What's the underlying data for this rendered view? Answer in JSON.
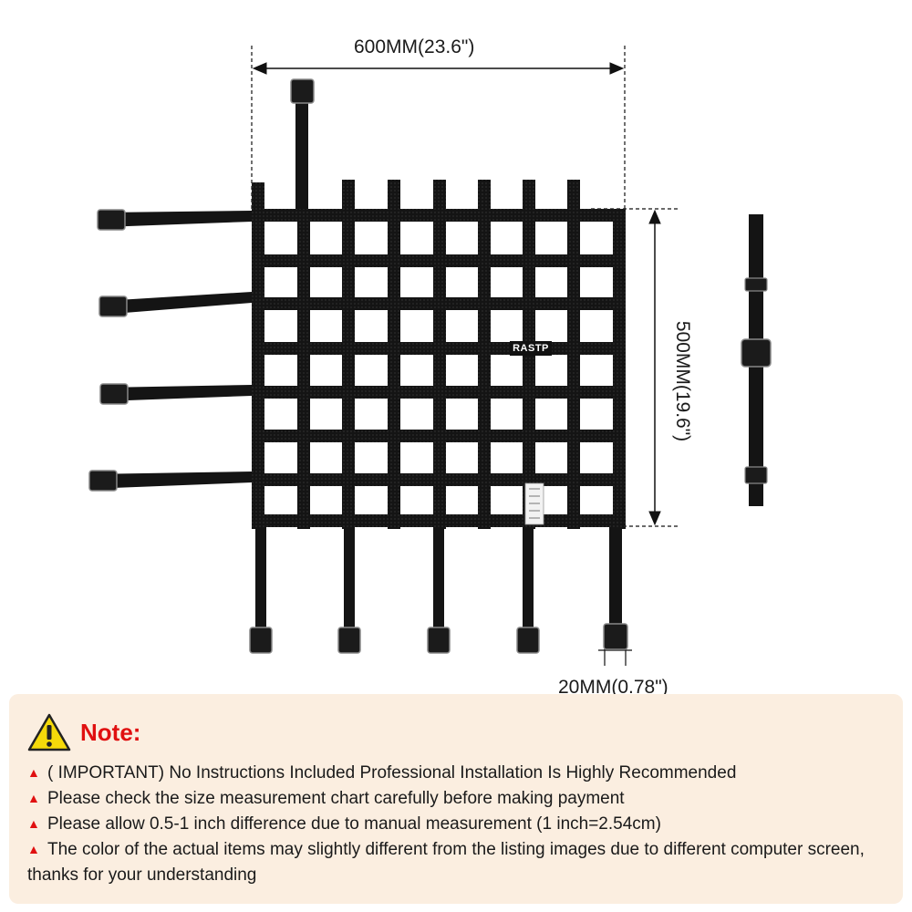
{
  "dimensions": {
    "width": "600MM(23.6\")",
    "height": "500MM(19.6\")",
    "strap_width": "20MM(0.78\")"
  },
  "product": {
    "brand_tag": "RASTP",
    "color": "#111111"
  },
  "note": {
    "title": "Note:",
    "title_color": "#e01010",
    "box_color": "#fbeee0",
    "icon": "warning-icon",
    "items": [
      "( IMPORTANT) No Instructions Included Professional Installation Is Highly Recommended",
      "Please check the size measurement chart carefully before making payment",
      "Please allow 0.5-1 inch difference due to manual measurement (1 inch=2.54cm)",
      "The color of the actual items may slightly different from the listing images due to different computer screen, thanks for your understanding"
    ],
    "bullet": "▲"
  }
}
